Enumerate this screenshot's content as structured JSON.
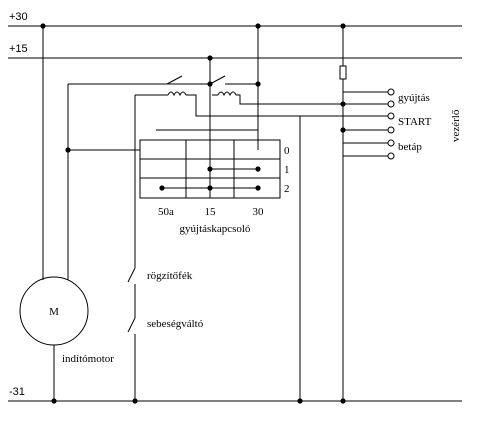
{
  "rails": {
    "plus30": "+30",
    "plus15": "+15",
    "minus31": "-31"
  },
  "motor": {
    "symbol": "M",
    "label": "indítómotor"
  },
  "ignition_switch": {
    "label": "gyújtáskapcsoló",
    "columns": [
      "50a",
      "15",
      "30"
    ],
    "rows": [
      "0",
      "1",
      "2"
    ]
  },
  "switches": {
    "parking_brake": "rögzítőfék",
    "gear_selector": "sebeségváltó"
  },
  "terminals": {
    "ignition": "gyújtás",
    "start": "START",
    "power_on": "betáp",
    "group_label": "vezérlő"
  }
}
